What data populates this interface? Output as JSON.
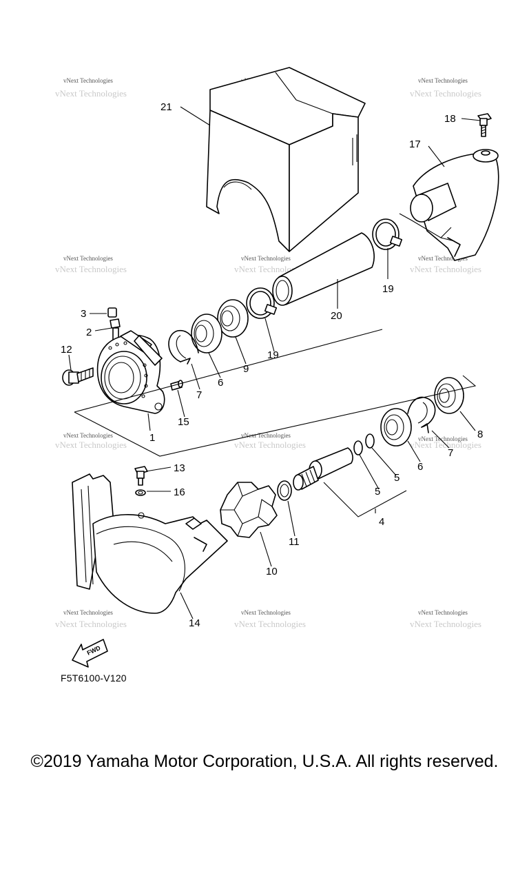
{
  "diagram": {
    "watermark_text": "vNext Technologies",
    "callouts": {
      "p1": "1",
      "p2": "2",
      "p3": "3",
      "p4": "4",
      "p5a": "5",
      "p5b": "5",
      "p6a": "6",
      "p6b": "6",
      "p7a": "7",
      "p7b": "7",
      "p8": "8",
      "p9": "9",
      "p10": "10",
      "p11": "11",
      "p12": "12",
      "p13": "13",
      "p14": "14",
      "p15": "15",
      "p16": "16",
      "p17": "17",
      "p18": "18",
      "p19a": "19",
      "p19b": "19",
      "p20": "20",
      "p21": "21"
    },
    "fwd_label": "FWD",
    "drawing_code": "F5T6100-V120"
  },
  "footer": {
    "copyright": "©2019 Yamaha Motor Corporation, U.S.A. All rights reserved."
  }
}
